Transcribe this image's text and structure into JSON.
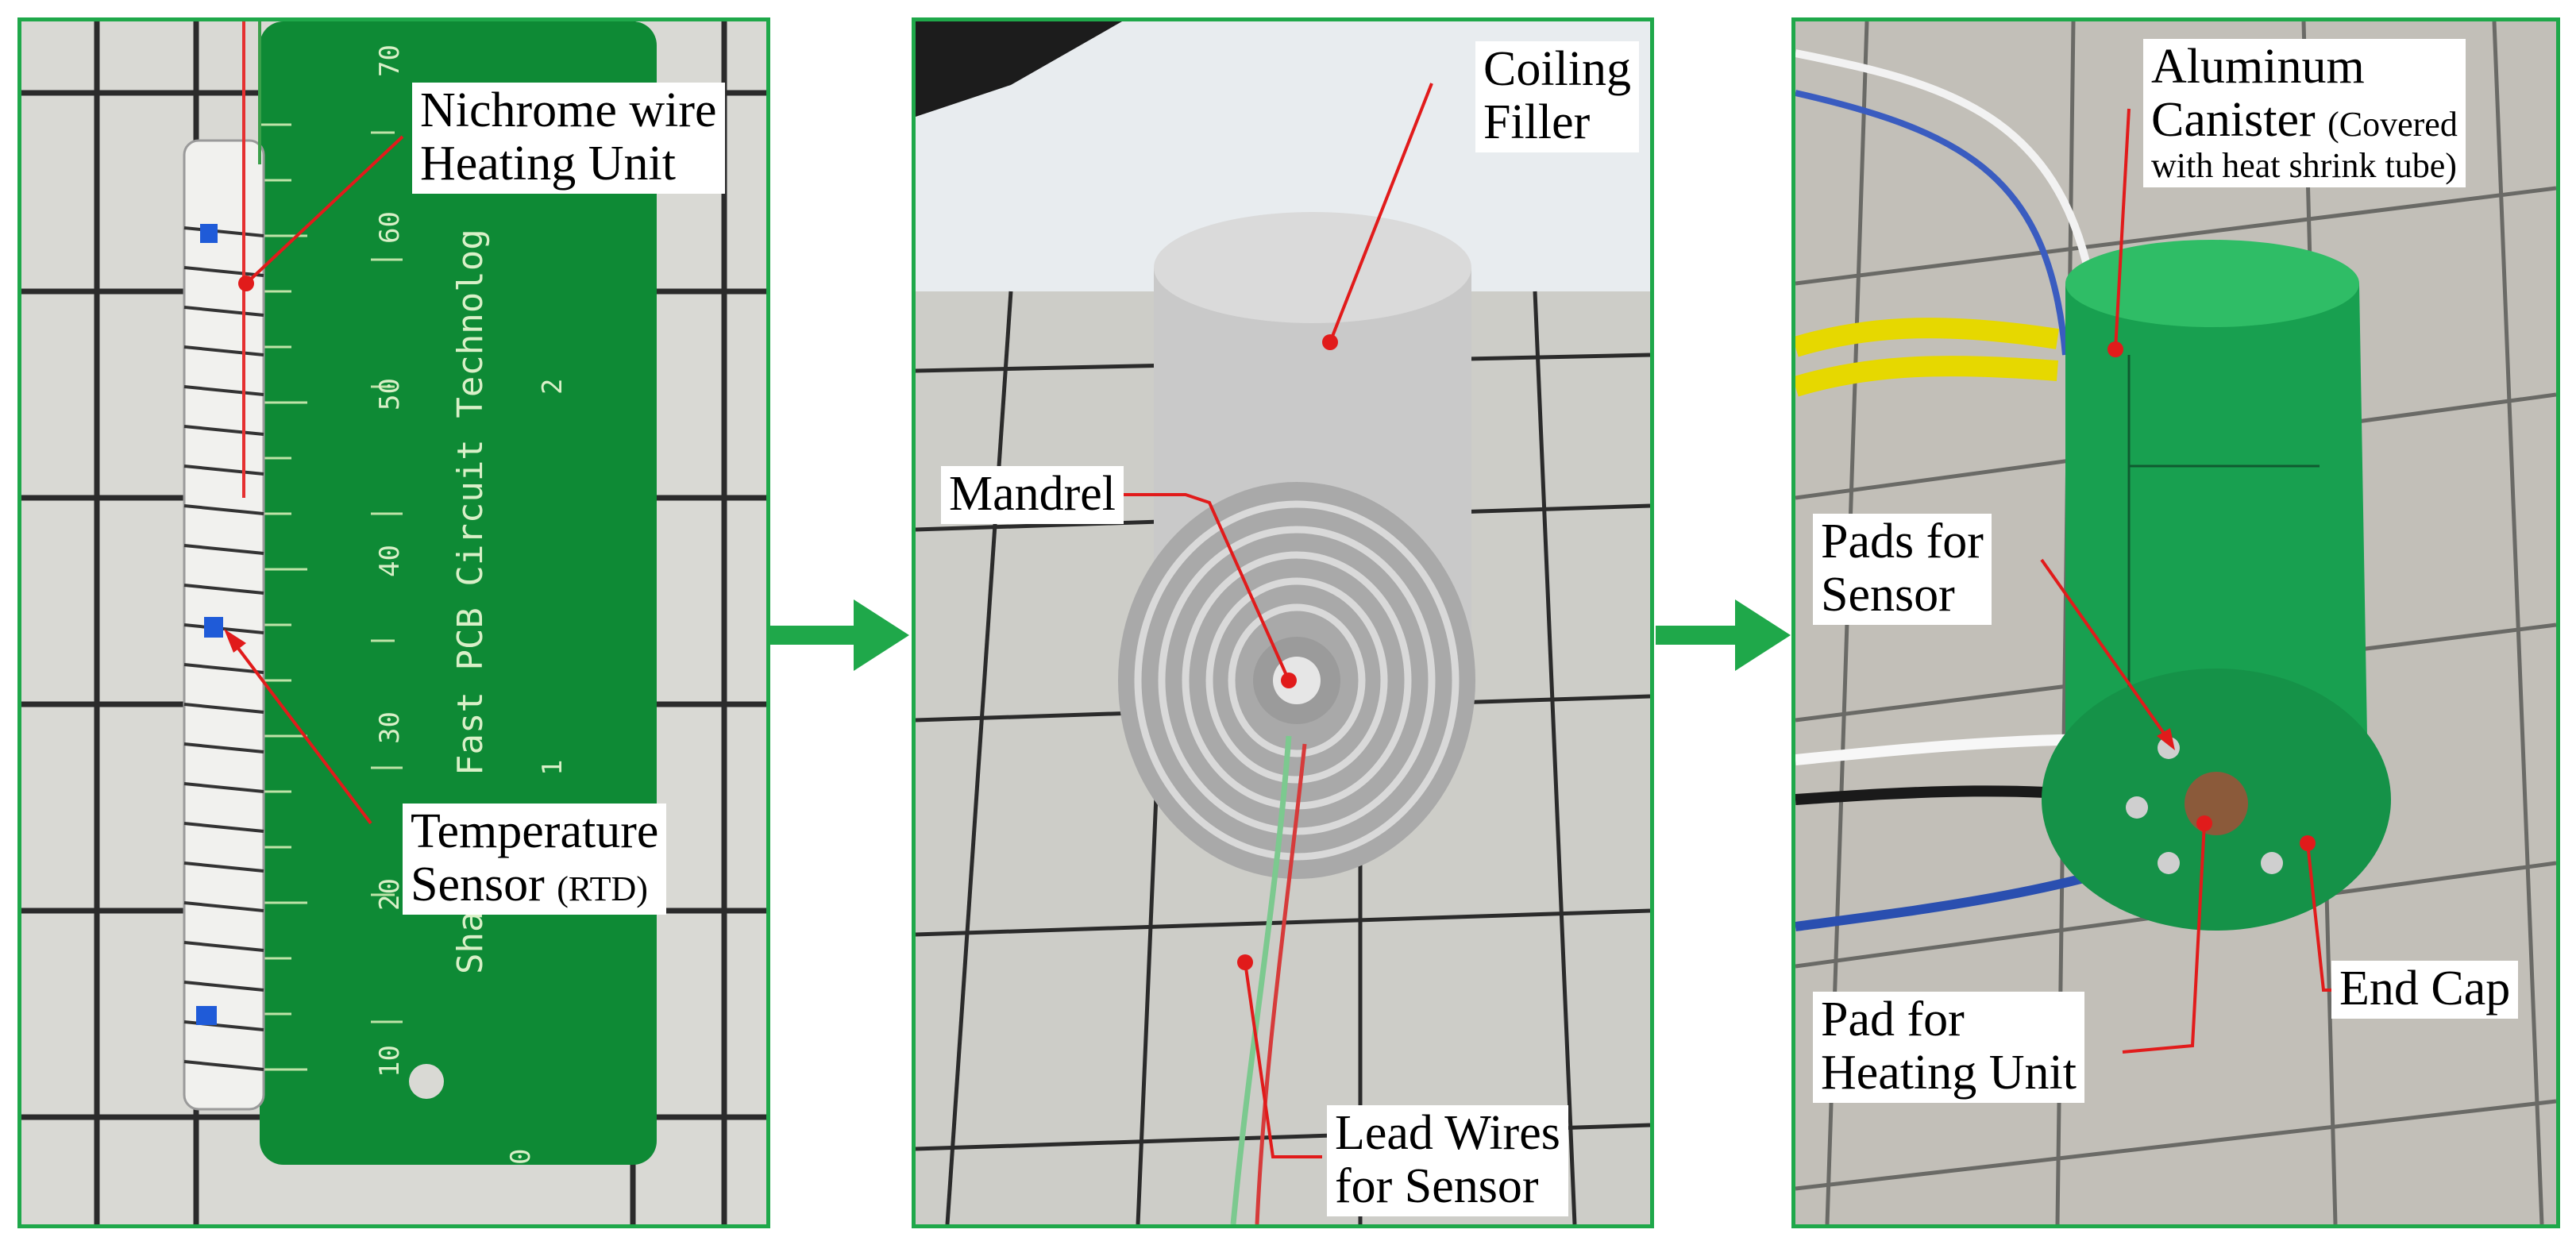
{
  "colors": {
    "frame_green": "#1fa84a",
    "pointer_red": "#e11b1b",
    "pcb_green": "#0e8a35",
    "grid_paper": "#d7d7d2",
    "grid_line": "#2a2a2a"
  },
  "panels": [
    {
      "ruler": {
        "text": "Fast PCB Circuit Technolog",
        "prefix": "Sha",
        "ticks_mm": [
          "70",
          "60",
          "50",
          "40",
          "30",
          "20",
          "10",
          "0"
        ],
        "ticks_in": [
          "2",
          "1"
        ]
      },
      "labels": {
        "heating": {
          "line1": "Nichrome wire",
          "line2": "Heating Unit"
        },
        "sensor": {
          "line1": "Temperature",
          "line2a": "Sensor ",
          "line2b": "(RTD)"
        }
      }
    },
    {
      "labels": {
        "filler": {
          "line1": "Coiling",
          "line2": "Filler"
        },
        "mandrel": {
          "line1": "Mandrel"
        },
        "lead": {
          "line1": "Lead Wires",
          "line2": "for Sensor"
        }
      }
    },
    {
      "labels": {
        "canister": {
          "line1": "Aluminum",
          "line2a": "Canister ",
          "line2b": "(Covered",
          "line3": "with heat shrink tube)"
        },
        "pads_sensor": {
          "line1": "Pads for",
          "line2": "Sensor"
        },
        "pad_heating": {
          "line1": "Pad for",
          "line2": "Heating Unit"
        },
        "end_cap": {
          "line1": "End Cap"
        }
      }
    }
  ]
}
